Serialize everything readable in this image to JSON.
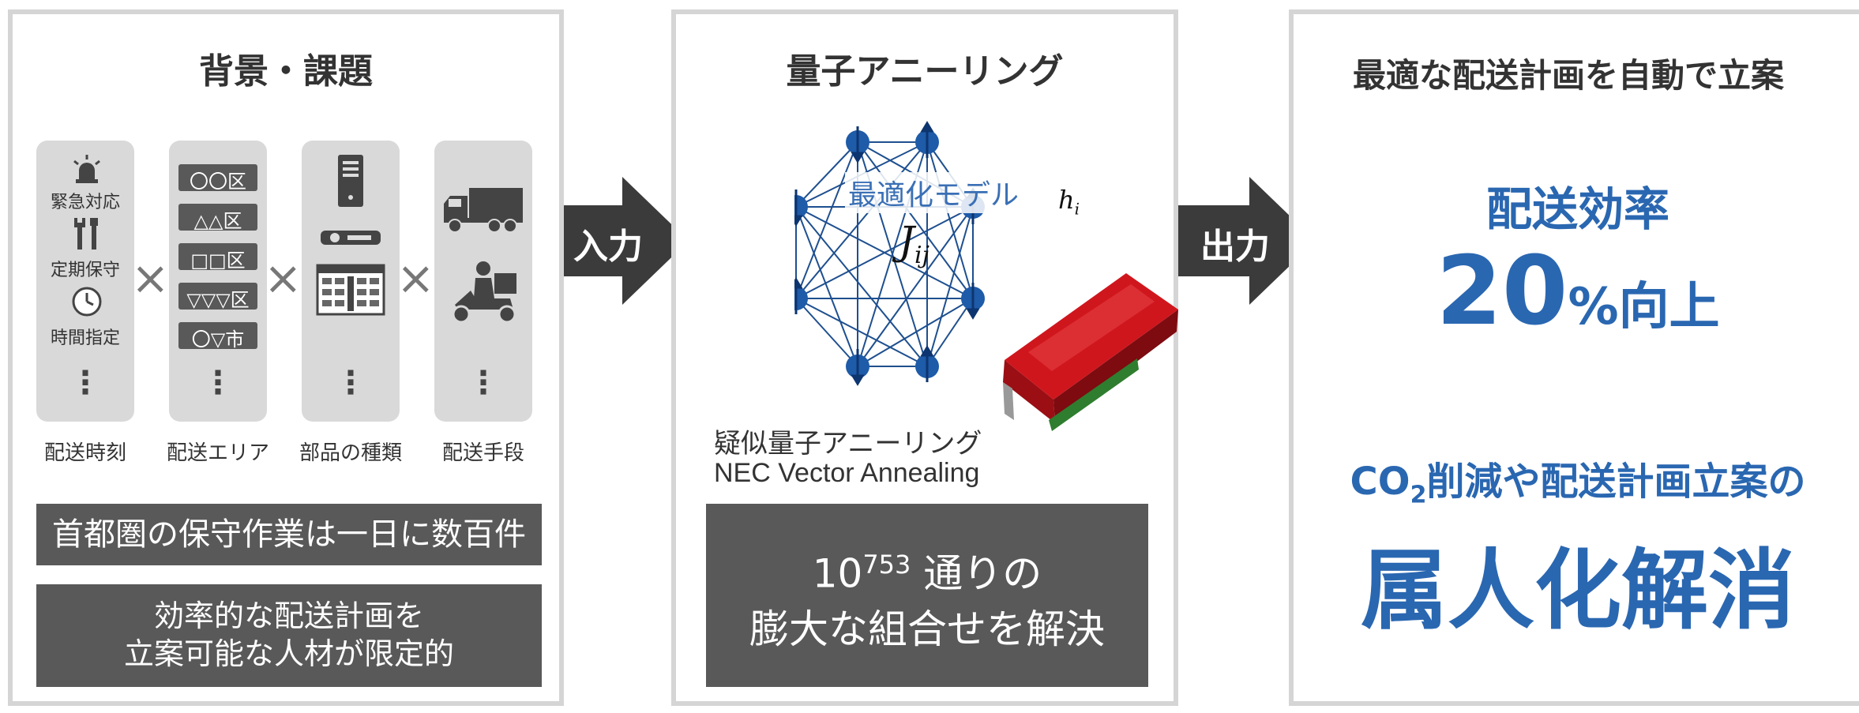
{
  "panel1": {
    "title": "背景・課題",
    "col1": {
      "items": [
        "緊急対応",
        "定期保守",
        "時間指定"
      ],
      "label": "配送時刻"
    },
    "col2": {
      "tags": [
        "〇〇区",
        "△△区",
        "□□区",
        "▽▽▽区",
        "〇▽市"
      ],
      "label": "配送エリア"
    },
    "col3": {
      "label": "部品の種類"
    },
    "col4": {
      "label": "配送手段"
    },
    "times_symbol": "×",
    "vertical_dots": "⋮",
    "box1": "首都圏の保守作業は一日に数百件",
    "box2_line1": "効率的な配送計画を",
    "box2_line2": "立案可能な人材が限定的"
  },
  "arrow_in": "入力",
  "panel2": {
    "title": "量子アニーリング",
    "model_label": "最適化モデル",
    "jij_base": "J",
    "jij_sub": "ij",
    "hi_base": "h",
    "hi_sub": "i",
    "product_line1": "疑似量子アニーリング",
    "product_line2": "NEC Vector Annealing",
    "box_base": "10",
    "box_exp": "753",
    "box_line1_rest": " 通りの",
    "box_line2": "膨大な組合せを解決"
  },
  "arrow_out": "出力",
  "panel3": {
    "title": "最適な配送計画を自動で立案",
    "efficiency_label": "配送効率",
    "efficiency_number": "20",
    "efficiency_suffix": "%向上",
    "co2_prefix": "CO",
    "co2_sub": "2",
    "co2_rest": "削減や配送計画立案の",
    "big_text": "属人化解消"
  },
  "colors": {
    "accent_blue": "#2a67b1",
    "dark_box": "#595959",
    "panel_border": "#d5d5d5",
    "column_bg": "#d9d9d9",
    "card_red": "#c1121a"
  }
}
